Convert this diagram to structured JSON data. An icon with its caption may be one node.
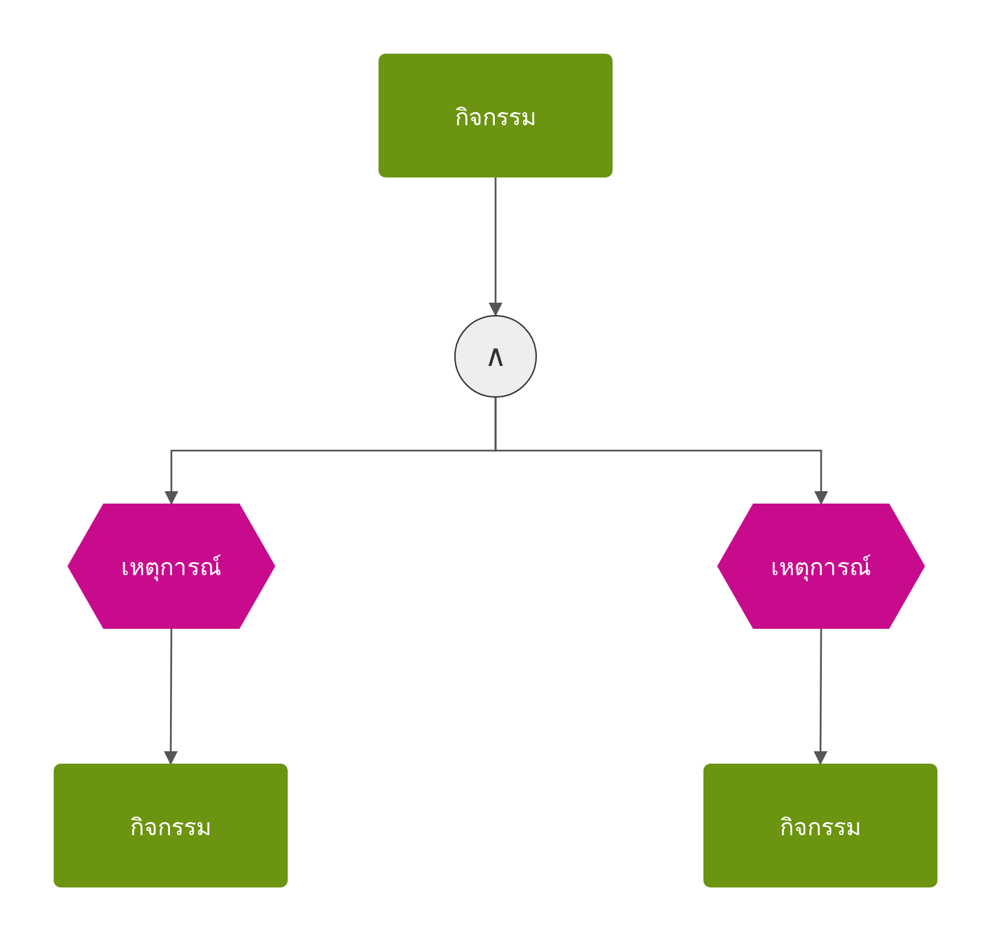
{
  "diagram": {
    "nodes": [
      {
        "text": [
          "กิจกรรม"
        ]
      },
      {
        "text": [
          "∧"
        ]
      },
      {
        "text": [
          "เหตุการณ์"
        ]
      },
      {
        "text": [
          "เหตุการณ์"
        ]
      },
      {
        "text": [
          "กิจกรรม"
        ]
      },
      {
        "text": [
          "กิจกรรม"
        ]
      }
    ],
    "edges": [
      {
        "from": 0,
        "to": 1,
        "arrow": "to"
      },
      {
        "from": 1,
        "to": 2,
        "arrow": "to"
      },
      {
        "from": 1,
        "to": 3,
        "arrow": "to"
      },
      {
        "from": 2,
        "to": 4,
        "arrow": "to"
      },
      {
        "from": 3,
        "to": 5,
        "arrow": "to"
      }
    ]
  }
}
